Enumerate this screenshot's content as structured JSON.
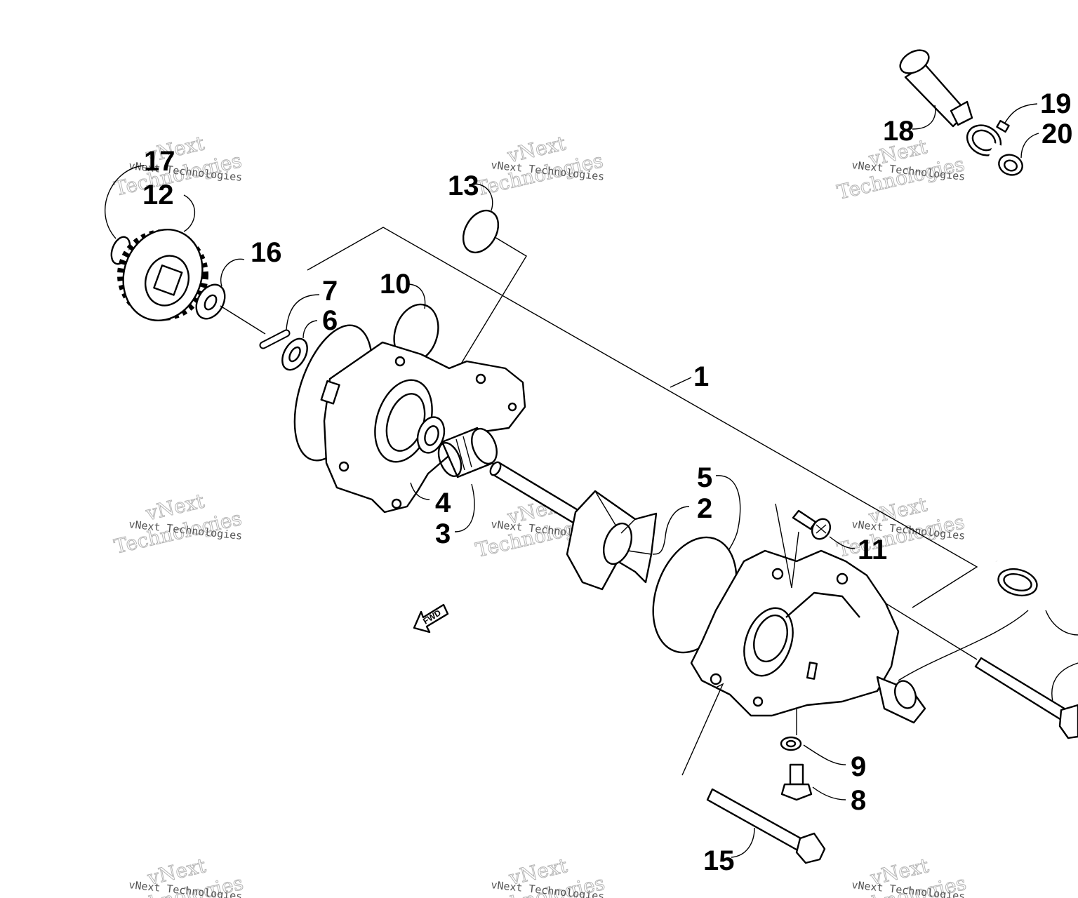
{
  "callouts": {
    "c1": "1",
    "c2": "2",
    "c3": "3",
    "c4": "4",
    "c5": "5",
    "c6": "6",
    "c7": "7",
    "c8": "8",
    "c9": "9",
    "c10": "10",
    "c11": "11",
    "c12": "12",
    "c13": "13",
    "c15": "15",
    "c16": "16",
    "c17": "17",
    "c18": "18",
    "c19": "19",
    "c20": "20"
  },
  "fwd_arrow": {
    "label": "FWD"
  },
  "watermark": {
    "line1": "vNext",
    "line2": "Technologies",
    "caption": "vNext Technologies"
  }
}
